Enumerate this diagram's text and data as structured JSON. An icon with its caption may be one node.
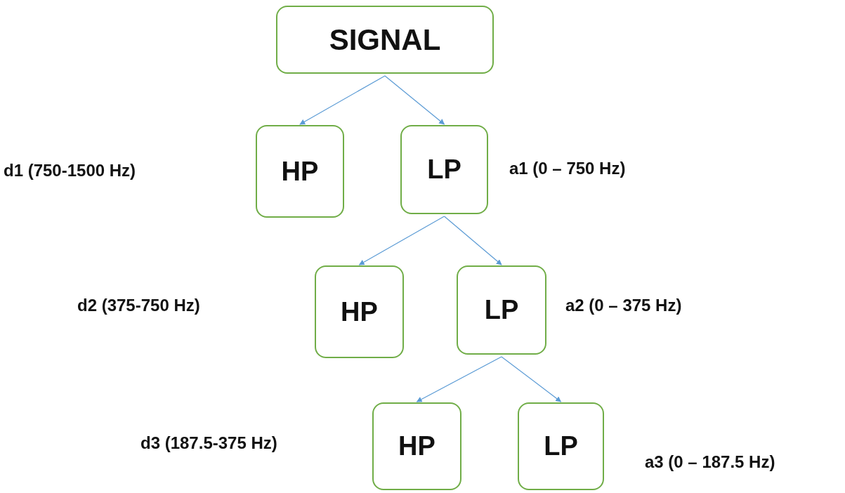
{
  "diagram": {
    "nodes": [
      {
        "text": [
          "SIGNAL"
        ]
      },
      {
        "text": [
          "HP"
        ]
      },
      {
        "text": [
          "LP"
        ]
      },
      {
        "text": [
          "HP"
        ]
      },
      {
        "text": [
          "LP"
        ]
      },
      {
        "text": [
          "HP"
        ]
      },
      {
        "text": [
          "LP"
        ]
      }
    ],
    "edges": [
      {
        "from": 0,
        "to": 1,
        "arrow": "to"
      },
      {
        "from": 0,
        "to": 2,
        "arrow": "to"
      },
      {
        "from": 2,
        "to": 3,
        "arrow": "to"
      },
      {
        "from": 2,
        "to": 4,
        "arrow": "to"
      },
      {
        "from": 4,
        "to": 5,
        "arrow": "to"
      },
      {
        "from": 4,
        "to": 6,
        "arrow": "to"
      }
    ],
    "labels": [
      "d1 (750-1500 Hz)",
      "a1 (0 – 750 Hz)",
      "d2 (375-750 Hz)",
      "a2 (0 – 375 Hz)",
      "d3 (187.5-375 Hz)",
      "a3 (0 – 187.5 Hz)"
    ]
  }
}
